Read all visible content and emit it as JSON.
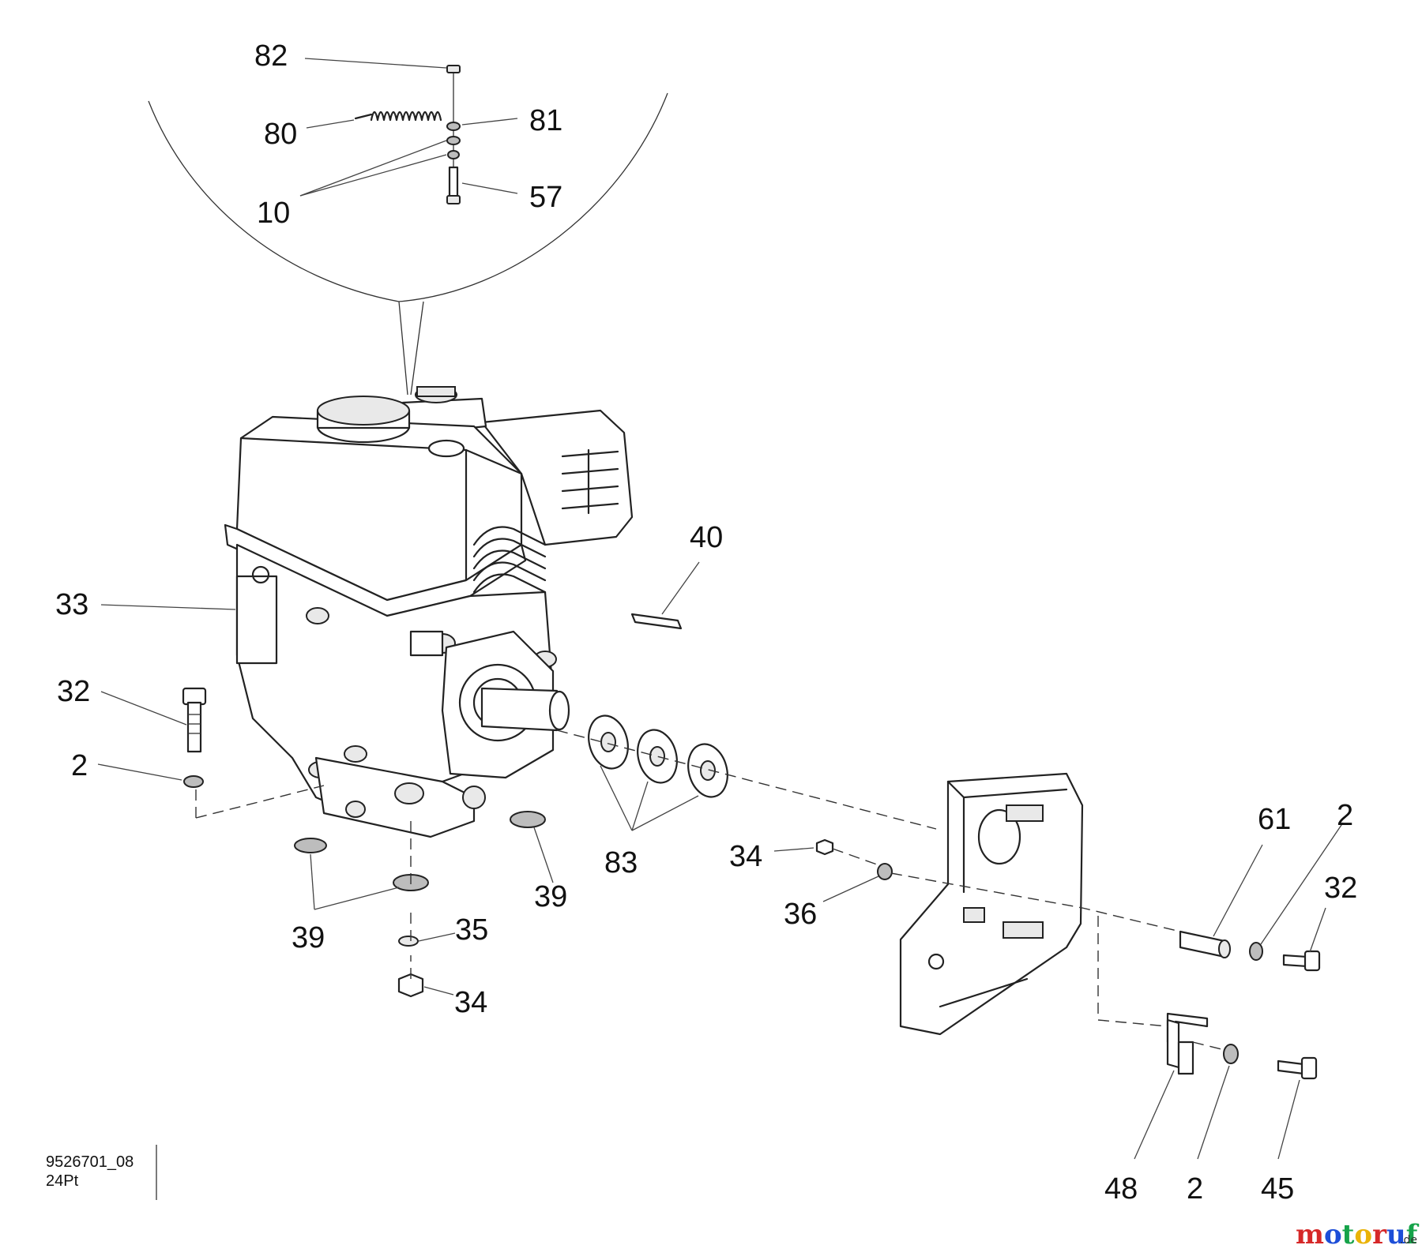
{
  "drawing": {
    "code_line1": "9526701_08",
    "code_line2": "24Pt"
  },
  "callouts": [
    "82",
    "80",
    "81",
    "10",
    "57",
    "40",
    "33",
    "32",
    "2",
    "83",
    "34",
    "36",
    "39",
    "39",
    "35",
    "34",
    "61",
    "2",
    "32",
    "48",
    "2",
    "45"
  ],
  "watermark": {
    "letters": [
      "m",
      "o",
      "t",
      "o",
      "r",
      "u",
      "f"
    ],
    "suffix": ".de",
    "colors": [
      "#d62828",
      "#1d4ed8",
      "#16a34a",
      "#eab308",
      "#d62828",
      "#1d4ed8",
      "#16a34a"
    ]
  }
}
